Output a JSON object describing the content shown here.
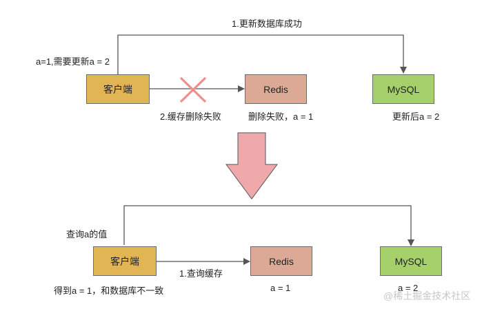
{
  "colors": {
    "client": "#e2b554",
    "redis": "#dda997",
    "mysql": "#a6d06a",
    "big_arrow": "#f0a9aa",
    "x_mark": "#f08e8e",
    "line": "#555555"
  },
  "top": {
    "client_label": "客户端",
    "redis_label": "Redis",
    "mysql_label": "MySQL",
    "update_db_label": "1.更新数据库成功",
    "client_note": "a=1,需要更新a = 2",
    "cache_delete_label": "2.缓存删除失败",
    "redis_note": "删除失败，a = 1",
    "mysql_note": "更新后a = 2"
  },
  "bottom": {
    "client_label": "客户端",
    "redis_label": "Redis",
    "mysql_label": "MySQL",
    "query_label": "查询a的值",
    "query_cache_label": "1.查询缓存",
    "client_note": "得到a = 1，和数据库不一致",
    "redis_note": "a = 1",
    "mysql_note": "a = 2"
  },
  "watermark": "@稀土掘金技术社区"
}
